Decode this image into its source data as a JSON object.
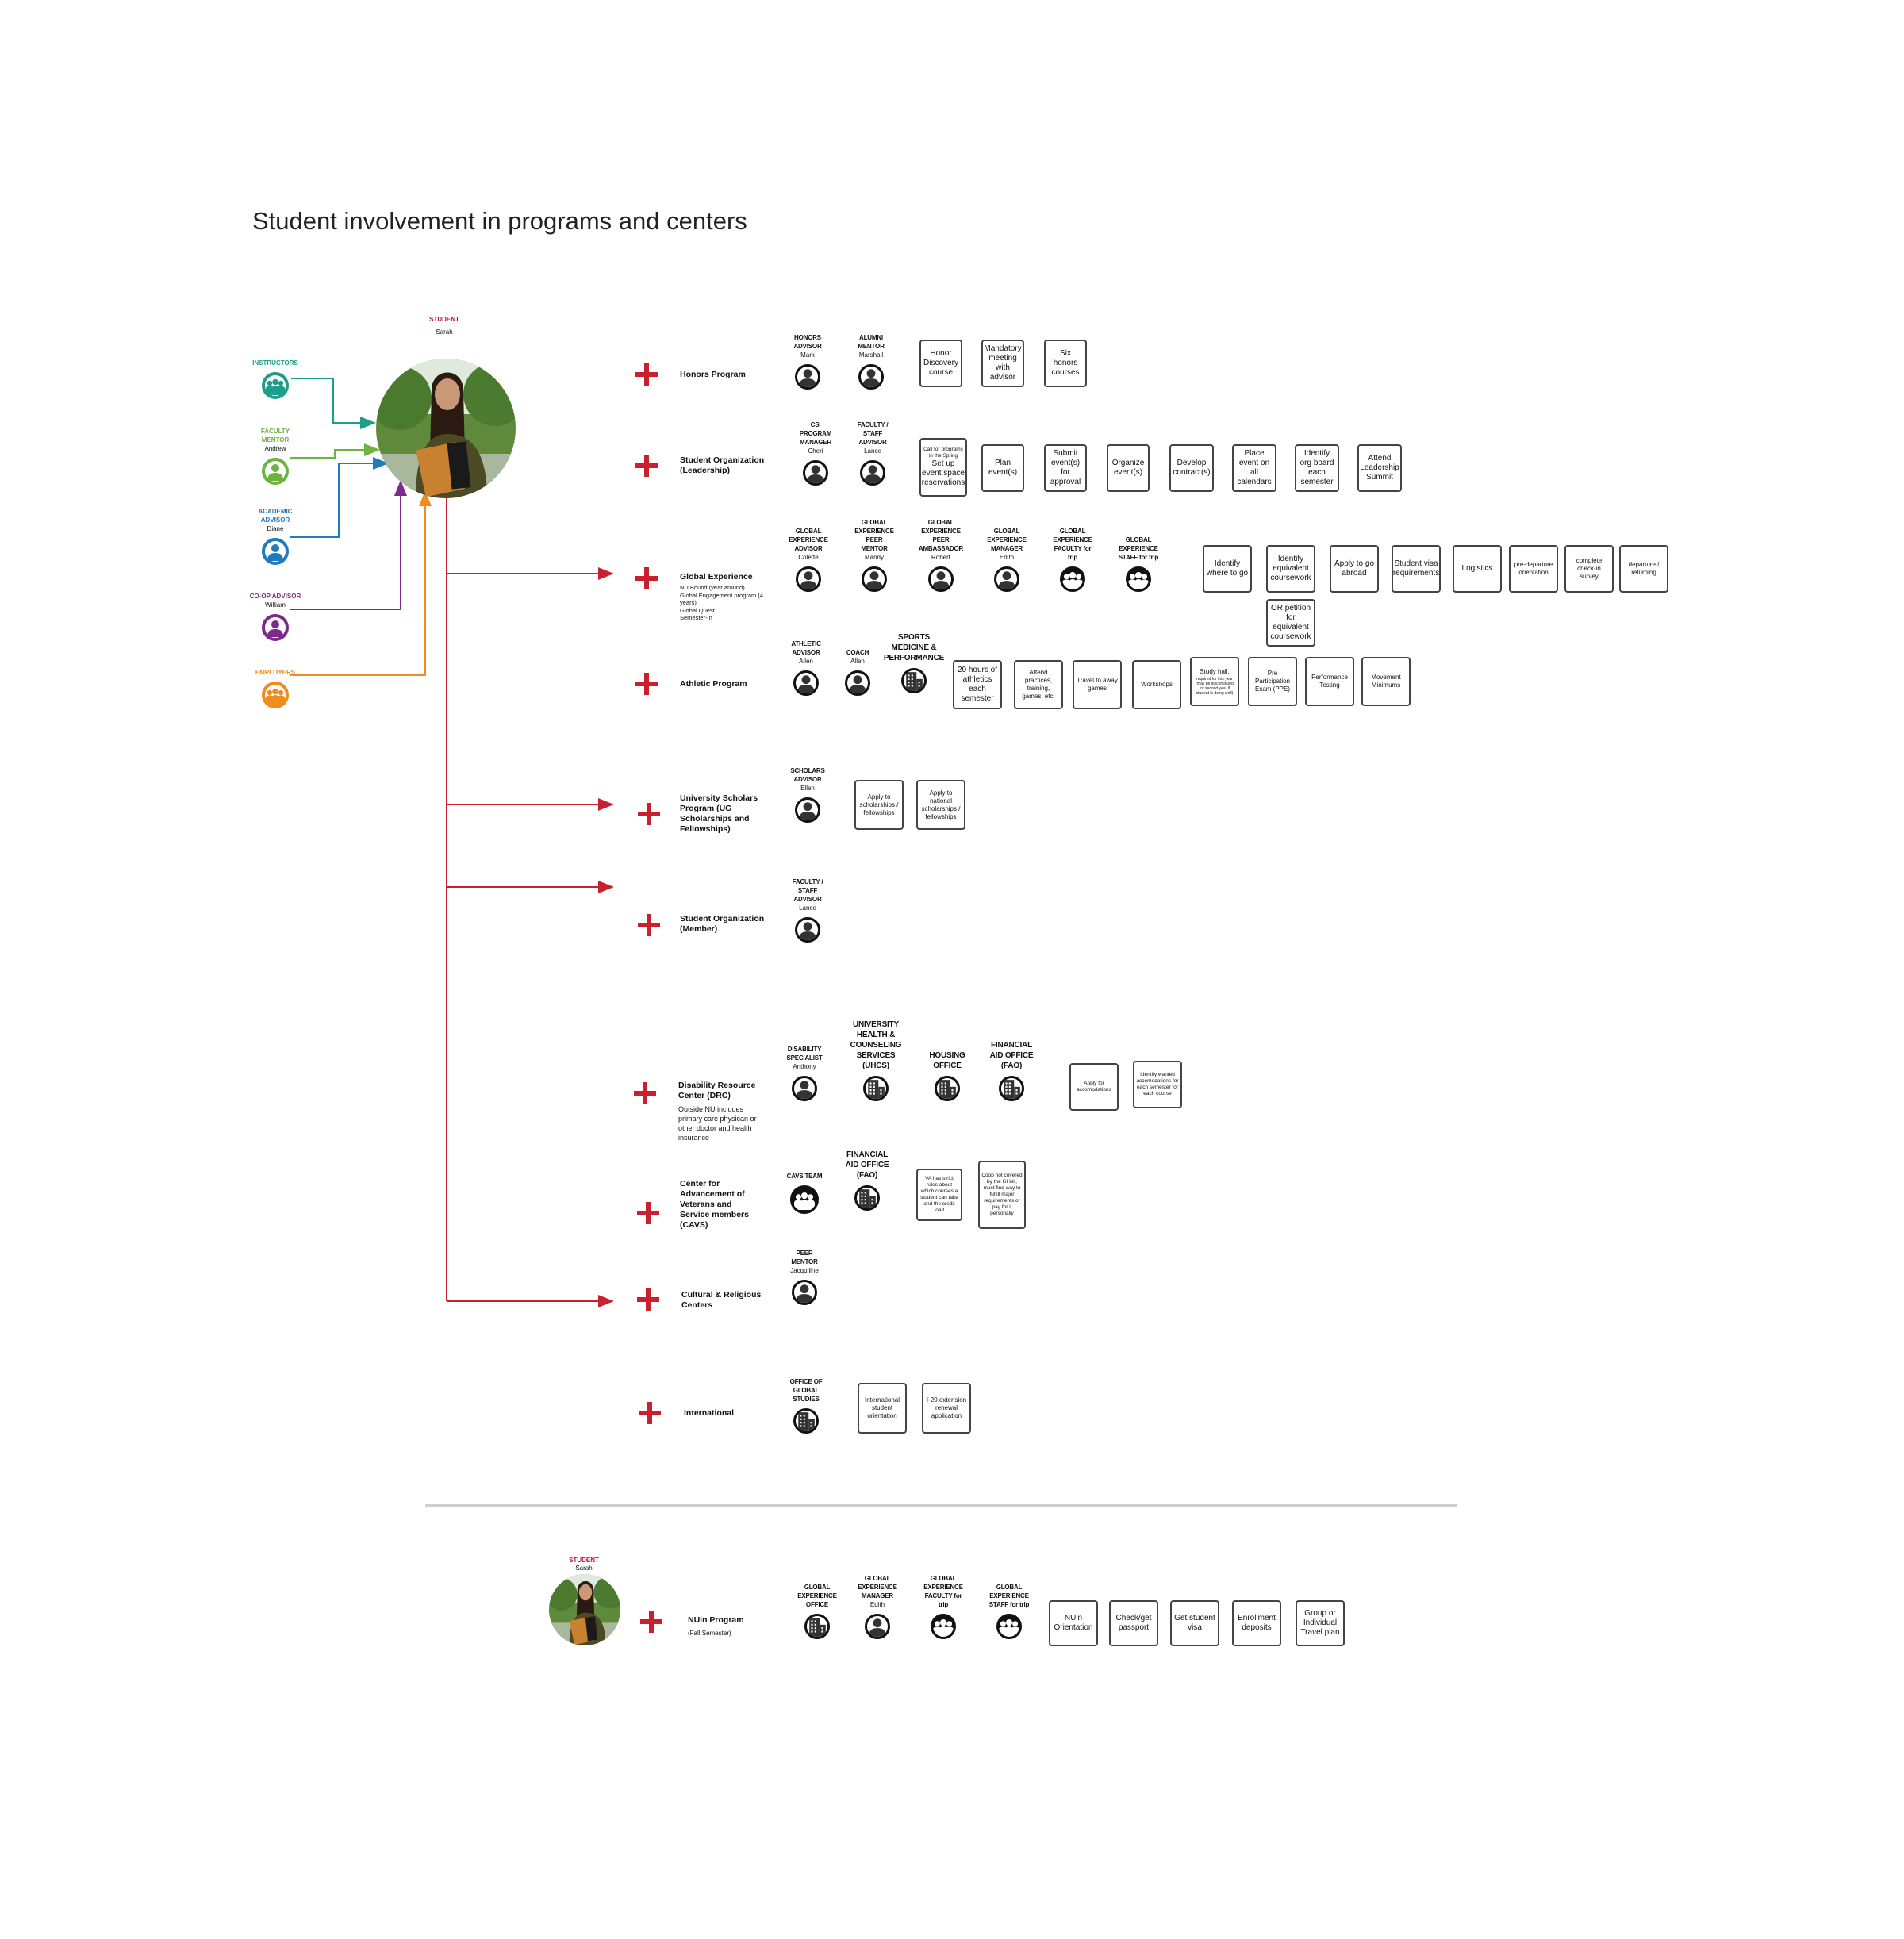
{
  "title": "Student involvement in programs and centers",
  "colors": {
    "accent_red": "#c8202f",
    "instructors": "#1e9e88",
    "faculty_mentor": "#6cb33f",
    "academic_advisor": "#1f7ac0",
    "coop_advisor": "#7d2b8b",
    "employers": "#ef8c1c",
    "task_border": "#444444",
    "divider": "#cfcfcf"
  },
  "student": {
    "role": "STUDENT",
    "name": "Sarah"
  },
  "support_roles": [
    {
      "role": "INSTRUCTORS",
      "name": "",
      "icon": "group-icon"
    },
    {
      "role": "FACULTY MENTOR",
      "name": "Andrew",
      "icon": "person-icon"
    },
    {
      "role": "ACADEMIC ADVISOR",
      "name": "Diane",
      "icon": "person-icon"
    },
    {
      "role": "CO-OP ADVISOR",
      "name": "William",
      "icon": "person-icon"
    },
    {
      "role": "EMPLOYERS",
      "name": "",
      "icon": "group-icon"
    }
  ],
  "programs": [
    {
      "name": "Honors Program",
      "roles": [
        {
          "title": "HONORS ADVISOR",
          "name": "Mark",
          "icon": "person-icon"
        },
        {
          "title": "ALUMNI MENTOR",
          "name": "Marshall",
          "icon": "person-icon"
        }
      ],
      "tasks": [
        "Honor Discovery course",
        "Mandatory meeting with advisor",
        "Six honors courses"
      ]
    },
    {
      "name": "Student Organization (Leadership)",
      "roles": [
        {
          "title": "CSI PROGRAM MANAGER",
          "name": "Cheri",
          "icon": "person-icon"
        },
        {
          "title": "FACULTY / STAFF ADVISOR",
          "name": "Lance",
          "icon": "person-icon"
        }
      ],
      "tasks": [
        {
          "note": "Call for programs in the Spring",
          "text": "Set up event space reservations"
        },
        "Plan event(s)",
        "Submit event(s) for approval",
        "Organize event(s)",
        "Develop contract(s)",
        "Place event on all calendars",
        "Identify org board each semester",
        "Attend Leadership Summit"
      ]
    },
    {
      "name": "Global Experience",
      "sub": [
        "NU Bound (year around)",
        "Global Engagement program (4 years)",
        "Global Quest",
        "Semester-In"
      ],
      "roles": [
        {
          "title": "GLOBAL EXPERIENCE ADVISOR",
          "name": "Colette",
          "icon": "person-icon"
        },
        {
          "title": "GLOBAL EXPERIENCE PEER MENTOR",
          "name": "Mandy",
          "icon": "person-icon"
        },
        {
          "title": "GLOBAL EXPERIENCE PEER AMBASSADOR",
          "name": "Robert",
          "icon": "person-icon"
        },
        {
          "title": "GLOBAL EXPERIENCE MANAGER",
          "name": "Edith",
          "icon": "person-icon"
        },
        {
          "title": "GLOBAL EXPERIENCE FACULTY for trip",
          "name": "",
          "icon": "group-icon"
        },
        {
          "title": "GLOBAL EXPERIENCE STAFF for trip",
          "name": "",
          "icon": "group-icon"
        }
      ],
      "tasks": [
        "Identify where to go",
        "Identify equivalent coursework",
        "Apply to go abroad",
        "Student visa requirements",
        "Logistics",
        "pre-departure orientation",
        "complete check-in survey",
        "departure / returning"
      ],
      "alt_task": "OR petition for equivalent coursework"
    },
    {
      "name": "Athletic Program",
      "roles": [
        {
          "title": "ATHLETIC ADVISOR",
          "name": "Allen",
          "icon": "person-icon"
        },
        {
          "title": "COACH",
          "name": "Allen",
          "icon": "person-icon"
        },
        {
          "title": "SPORTS MEDICINE & PERFORMANCE",
          "name": "",
          "icon": "building-icon"
        }
      ],
      "tasks": [
        "20 hours of athletics each semester",
        "Attend practices, training, games, etc.",
        "Travel to away games",
        "Workshops",
        {
          "text": "Study hall,",
          "note": "required for this year (may be discontinued for second year if student is doing well)"
        },
        "Pre Participation Exam (PPE)",
        "Performance Testing",
        "Movement Minimums"
      ]
    },
    {
      "name": "University Scholars Program (UG Scholarships and Fellowships)",
      "roles": [
        {
          "title": "SCHOLARS ADVISOR",
          "name": "Ellen",
          "icon": "person-icon"
        }
      ],
      "tasks": [
        "Apply to scholarships / fellowships",
        "Apply to national scholarships / fellowships"
      ]
    },
    {
      "name": "Student Organization (Member)",
      "roles": [
        {
          "title": "FACULTY / STAFF ADVISOR",
          "name": "Lance",
          "icon": "person-icon"
        }
      ],
      "tasks": []
    },
    {
      "name": "Disability Resource Center (DRC)",
      "sub": [
        "Outside NU includes primary care physican or other doctor and health insurance"
      ],
      "roles": [
        {
          "title": "DISABILITY SPECIALIST",
          "name": "Anthony",
          "icon": "person-icon"
        },
        {
          "title": "UNIVERSITY HEALTH & COUNSELING SERVICES (UHCS)",
          "name": "",
          "icon": "building-icon"
        },
        {
          "title": "HOUSING OFFICE",
          "name": "",
          "icon": "building-icon"
        },
        {
          "title": "FINANCIAL AID OFFICE (FAO)",
          "name": "",
          "icon": "building-icon"
        }
      ],
      "tasks": [
        "Apply for accomodations",
        "Identify wanted accomodations for each semester for each course"
      ]
    },
    {
      "name": "Center for Advancement of Veterans and Service members (CAVS)",
      "roles": [
        {
          "title": "CAVS TEAM",
          "name": "",
          "icon": "group-icon"
        },
        {
          "title": "FINANCIAL AID OFFICE (FAO)",
          "name": "",
          "icon": "building-icon"
        }
      ],
      "tasks": [
        "VA has strict rules about which courses a student can take and the credit load",
        "Coop not covered by the GI bill, must find way to fulfill major requirements or pay for it personally"
      ]
    },
    {
      "name": "Cultural & Religious Centers",
      "roles": [
        {
          "title": "PEER MENTOR",
          "name": "Jacquiline",
          "icon": "person-icon"
        }
      ],
      "tasks": []
    },
    {
      "name": "International",
      "roles": [
        {
          "title": "OFFICE OF GLOBAL STUDIES",
          "name": "",
          "icon": "building-icon"
        }
      ],
      "tasks": [
        "International student orientation",
        "I-20 extension renewal application"
      ]
    }
  ],
  "nuin": {
    "student": {
      "role": "STUDENT",
      "name": "Sarah"
    },
    "name": "NUin Program",
    "sub": "(Fall Semester)",
    "roles": [
      {
        "title": "GLOBAL EXPERIENCE OFFICE",
        "name": "",
        "icon": "building-icon"
      },
      {
        "title": "GLOBAL EXPERIENCE MANAGER",
        "name": "Edith",
        "icon": "person-icon"
      },
      {
        "title": "GLOBAL EXPERIENCE FACULTY for trip",
        "name": "",
        "icon": "group-icon"
      },
      {
        "title": "GLOBAL EXPERIENCE STAFF for trip",
        "name": "",
        "icon": "group-icon"
      }
    ],
    "tasks": [
      "NUin Orientation",
      "Check/get passport",
      "Get student visa",
      "Enrollment deposits",
      "Group or Individual Travel plan"
    ]
  }
}
